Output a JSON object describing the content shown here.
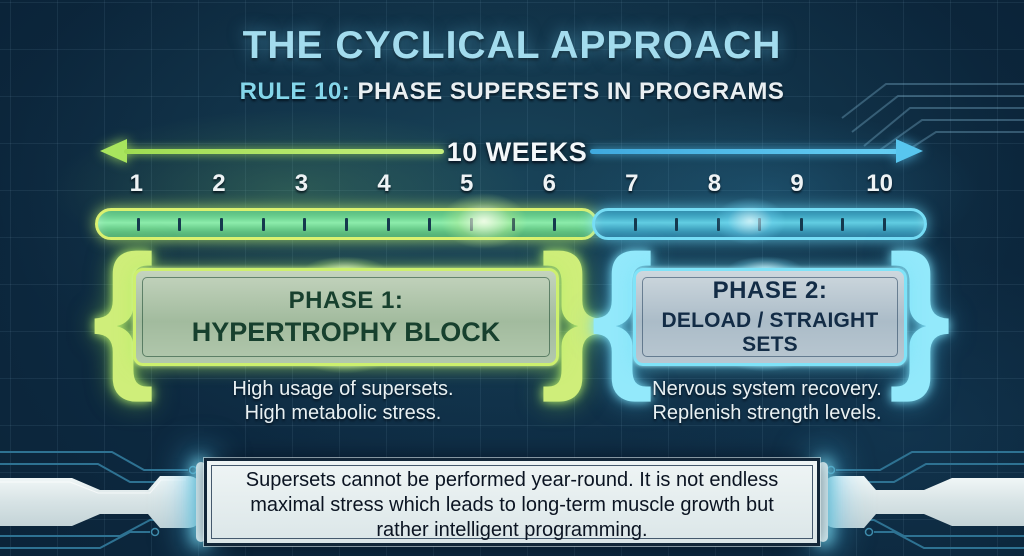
{
  "header": {
    "title": "THE CYCLICAL APPROACH",
    "rule_label": "RULE 10:",
    "rule_text": "PHASE SUPERSETS IN PROGRAMS"
  },
  "timeline": {
    "duration_label": "10 WEEKS",
    "weeks": [
      "1",
      "2",
      "3",
      "4",
      "5",
      "6",
      "7",
      "8",
      "9",
      "10"
    ],
    "green_weeks": 6,
    "blue_weeks": 4,
    "green_ticks": 11,
    "blue_ticks": 7,
    "colors": {
      "green_accent": "#cdf06e",
      "blue_accent": "#7fe3f8"
    }
  },
  "phases": [
    {
      "title": "PHASE 1:",
      "subtitle": "HYPERTROPHY BLOCK",
      "desc_line1": "High usage of supersets.",
      "desc_line2": "High metabolic stress.",
      "accent": "#cdf06e"
    },
    {
      "title": "PHASE 2:",
      "subtitle": "DELOAD / STRAIGHT SETS",
      "desc_line1": "Nervous system recovery.",
      "desc_line2": "Replenish strength levels.",
      "accent": "#7fe3f8"
    }
  ],
  "footer": {
    "lines": [
      "Supersets cannot be performed year-round. It is not endless",
      "maximal stress which leads to long-term muscle growth but",
      "rather intelligent programming."
    ]
  },
  "decorations": {
    "brace_open": "{",
    "brace_close": "}"
  }
}
